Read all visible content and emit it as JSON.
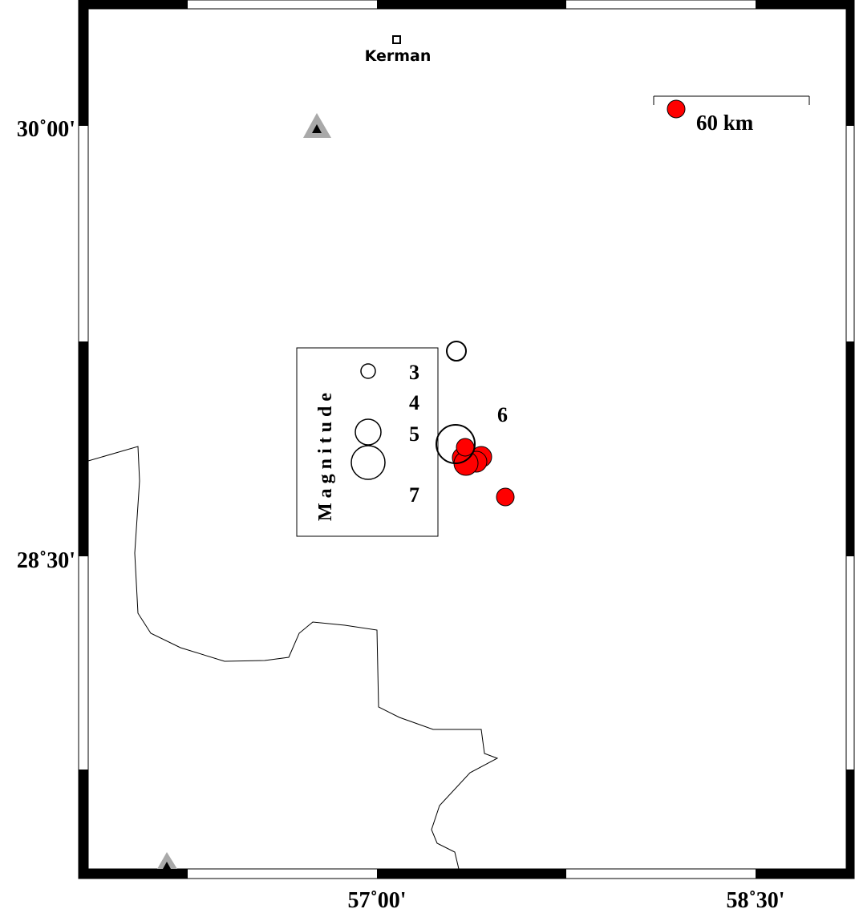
{
  "map": {
    "colors": {
      "frame": "#000000",
      "event_fill": "#ff0000",
      "event_stroke": "#000000",
      "station_outer": "#a9a9a9",
      "station_inner": "#000000",
      "boundary": "#000000"
    },
    "lat_labels": [
      {
        "text": "30˚00'"
      },
      {
        "text": "28˚30'"
      }
    ],
    "lon_labels": [
      {
        "text": "57˚00'"
      },
      {
        "text": "58˚30'"
      }
    ],
    "city": {
      "name": "Kerman",
      "icon": "city-square-icon"
    },
    "scale_bar": {
      "label": "60 km"
    },
    "legend": {
      "title": "M a g n i t u d e",
      "entries": [
        {
          "label": "3"
        },
        {
          "label": "4"
        },
        {
          "label": "5"
        },
        {
          "label": "6"
        },
        {
          "label": "7"
        }
      ]
    },
    "stations": [
      {
        "icon": "station-triangle-icon"
      },
      {
        "icon": "station-triangle-icon"
      }
    ]
  }
}
